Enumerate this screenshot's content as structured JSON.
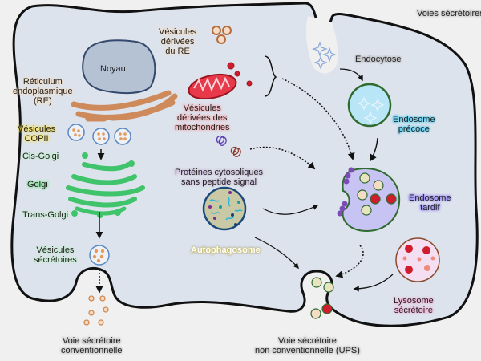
{
  "title": "Voies sécrétoires",
  "labels": {
    "noyau": "Noyau",
    "re": [
      "Réticulum",
      "endoplasmique",
      "(RE)"
    ],
    "vesicules_re": [
      "Vésicules",
      "dérivées",
      "du RE"
    ],
    "vesicules_mito": [
      "Vésicules",
      "dérivées des",
      "mitochondries"
    ],
    "copii": [
      "Vésicules",
      "COPII"
    ],
    "cis_golgi": "Cis-Golgi",
    "golgi": "Golgi",
    "trans_golgi": "Trans-Golgi",
    "vesicules_secretoires": [
      "Vésicules",
      "sécrétoires"
    ],
    "proteines": [
      "Protéines cytosoliques",
      "sans peptide signal"
    ],
    "autophagosome": "Autophagosome",
    "endocytose": "Endocytose",
    "endosome_precoce": [
      "Endosome",
      "précoce"
    ],
    "endosome_tardif": [
      "Endosome",
      "tardif"
    ],
    "lysosome": [
      "Lysosome",
      "sécrétoire"
    ],
    "voie_conv": [
      "Voie sécrétoire",
      "conventionnelle"
    ],
    "voie_ups": [
      "Voie sécrétoire",
      "non conventionnelle (UPS)"
    ]
  },
  "colors": {
    "cytoplasm": "#dde3ec",
    "membrane": "#111111",
    "nucleus": "#b4c2d4",
    "er": "#cf8a5c",
    "golgi": "#3fc36b",
    "mitochondria": "#c9202e",
    "early_endosome": "#b8e6f7",
    "late_endosome": "#c7c3f2",
    "lysosome": "#f4dff2"
  }
}
